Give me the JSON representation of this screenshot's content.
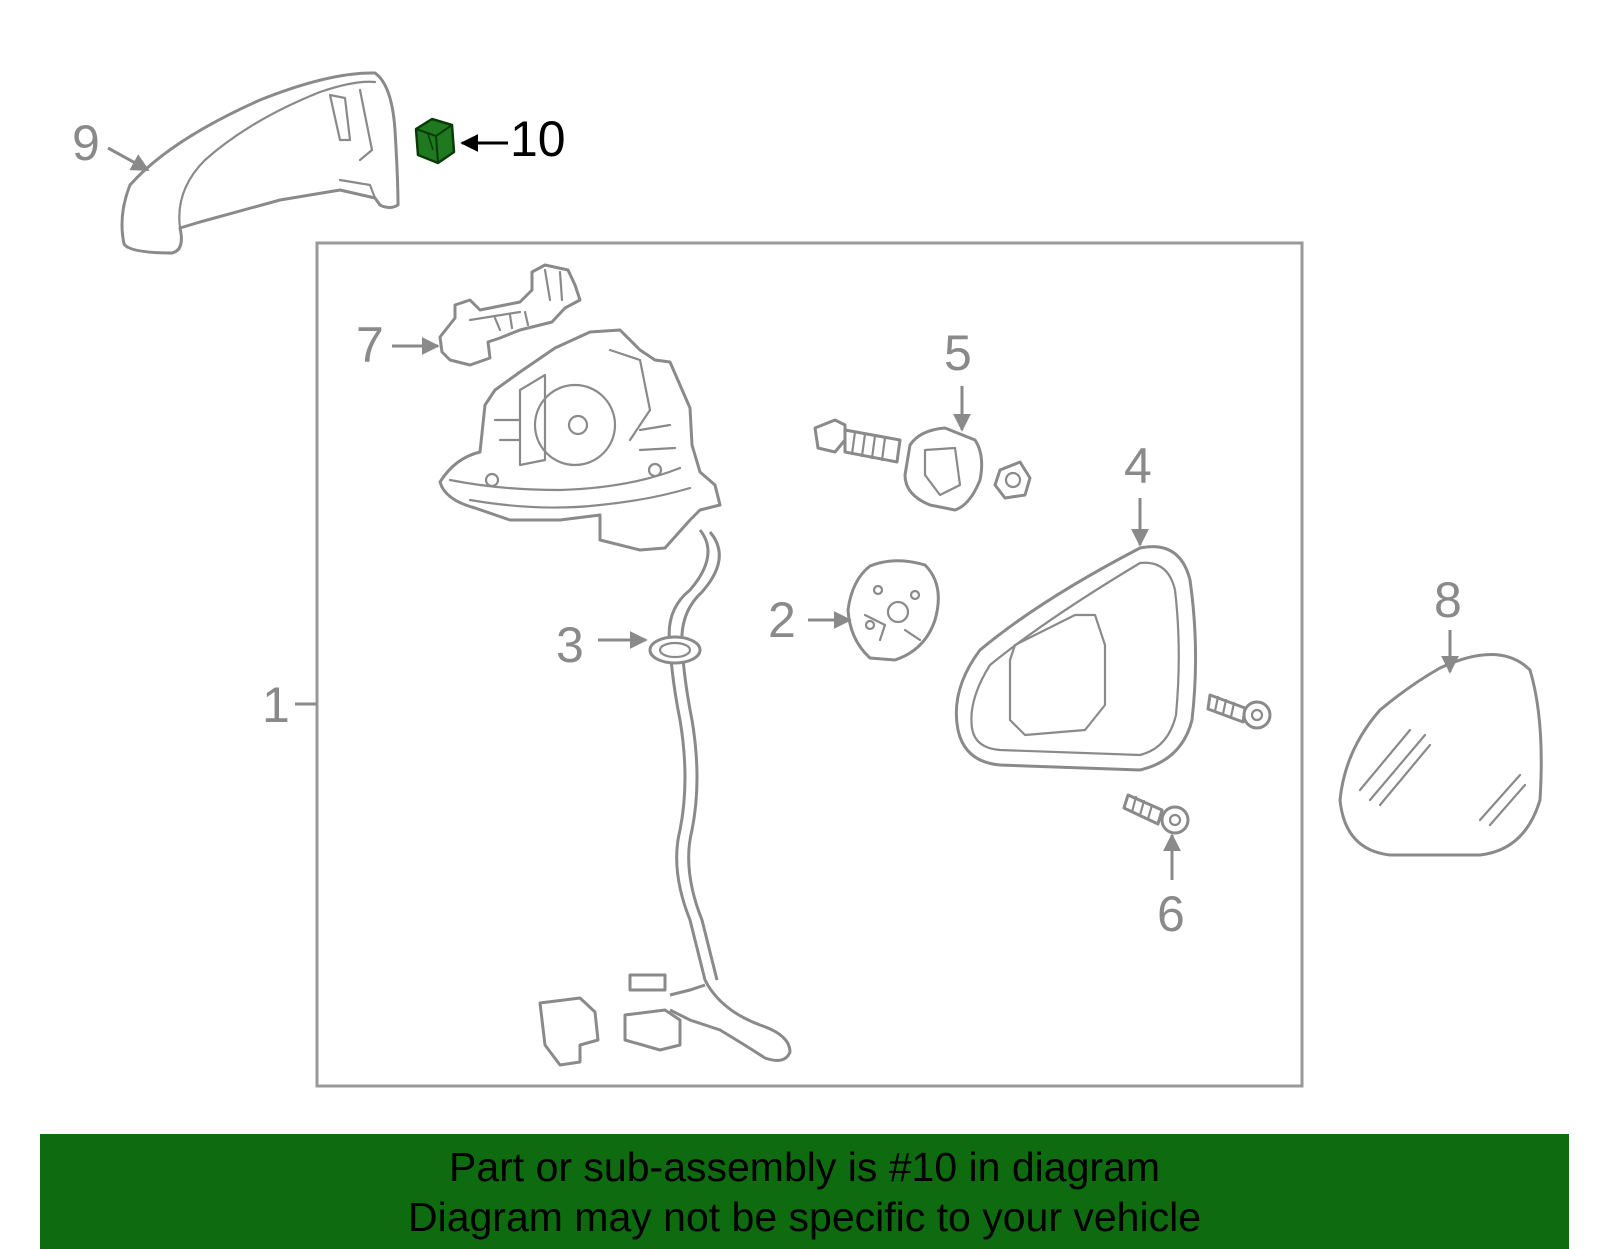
{
  "diagram": {
    "callouts": {
      "c1": "1",
      "c2": "2",
      "c3": "3",
      "c4": "4",
      "c5": "5",
      "c6": "6",
      "c7": "7",
      "c8": "8",
      "c9": "9",
      "c10": "10"
    },
    "highlighted_part": "10",
    "colors": {
      "highlight_fill": "#1f7a1f",
      "line_gray": "#8a8a8a",
      "banner_bg": "#0f6b0f"
    }
  },
  "banner": {
    "line1": "Part or sub-assembly is #10 in diagram",
    "line2": "Diagram may not be specific to your vehicle"
  }
}
